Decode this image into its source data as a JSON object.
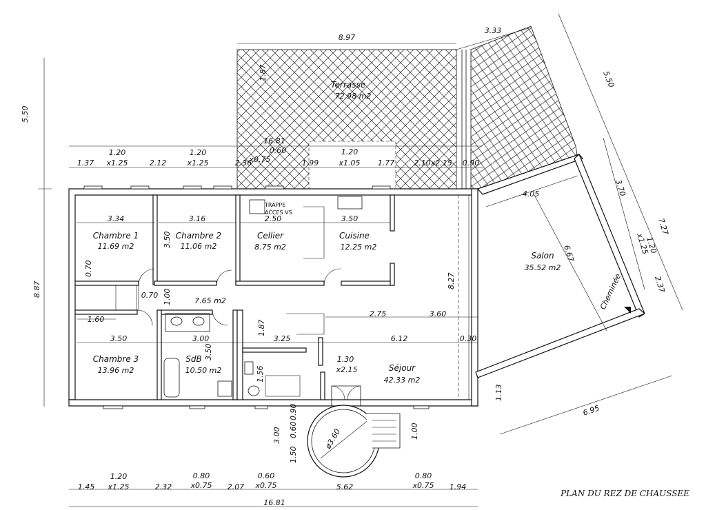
{
  "title": "PLAN DU REZ DE CHAUSSEE",
  "rooms": {
    "terrasse": {
      "name": "Terrasse",
      "area": "72.98 m2"
    },
    "chambre1": {
      "name": "Chambre 1",
      "area": "11.69 m2"
    },
    "chambre2": {
      "name": "Chambre 2",
      "area": "11.06 m2"
    },
    "cellier": {
      "name": "Cellier",
      "area": "8.75 m2"
    },
    "cuisine": {
      "name": "Cuisine",
      "area": "12.25 m2"
    },
    "salon": {
      "name": "Salon",
      "area": "35.52 m2"
    },
    "hall": {
      "area": "7.65 m2"
    },
    "chambre3": {
      "name": "Chambre 3",
      "area": "13.96 m2"
    },
    "sdb": {
      "name": "SdB",
      "area": "10.50 m2"
    },
    "sejour": {
      "name": "Séjour",
      "area": "42.33 m2"
    }
  },
  "labels": {
    "trappe_line1": "TRAPPE",
    "trappe_line2": "ACCES VS",
    "cheminee": "Cheminée",
    "diameter": "ø3.60"
  },
  "dims": {
    "top_total": "8.97",
    "top_right": "3.33",
    "right_diag_5_50": "5.50",
    "right_3_70": "3.70",
    "right_7_27": "7.27",
    "right_1_20": "1.20",
    "right_x1_25": "x1.25",
    "right_2_37": "2.37",
    "left_5_50": "5.50",
    "left_8_87": "8.87",
    "terrasse_1_87": "1.87",
    "row_16_81": "16.81",
    "row_0_60": "0.60",
    "row_x0_75": "x0.75",
    "row_1_20_a": "1.20",
    "row_1_20_b": "1.20",
    "row_1_20_c": "1.20",
    "row_x1_05": "x1.05",
    "r_1_37": "1.37",
    "r_x1_25_a": "x1.25",
    "r_2_12": "2.12",
    "r_x1_25_b": "x1.25",
    "r_2_36": "2.36",
    "r_1_99": "1.99",
    "r_1_77": "1.77",
    "r_2_10x2_15": "2.10x2.15",
    "r_0_90": "0.90",
    "c1_w": "3.34",
    "c2_w": "3.16",
    "c2_h": "3.50",
    "cellier_w": "2.50",
    "cuisine_w": "3.50",
    "salon_4_05": "4.05",
    "salon_6_67": "6.67",
    "v_0_70": "0.70",
    "h_0_70": "0.70",
    "v_1_00": "1.00",
    "h_1_60": "1.60",
    "h_2_75": "2.75",
    "h_3_60": "3.60",
    "v_8_27": "8.27",
    "c3_w": "3.50",
    "sdb_w": "3.00",
    "sdb_h": "3.50",
    "v_1_87": "1.87",
    "h_3_25": "3.25",
    "h_6_12": "6.12",
    "h_0_30": "0.30",
    "door_1_30": "1.30",
    "door_x2_15": "x2.15",
    "v_1_56": "1.56",
    "v_1_13": "1.13",
    "d_6_95": "6.95",
    "v_3_00": "3.00",
    "v_0_90": "0.90",
    "v_0_60": "0.60",
    "v_1_50": "1.50",
    "v_1_00b": "1.00",
    "b_1_45": "1.45",
    "b_1_20": "1.20",
    "b_x1_25": "x1.25",
    "b_2_32": "2.32",
    "b_0_80": "0.80",
    "b_x0_75": "x0.75",
    "b_2_07": "2.07",
    "b_0_60": "0.60",
    "b_x0_75b": "x0.75",
    "b_5_62": "5.62",
    "b_0_80b": "0.80",
    "b_x0_75c": "x0.75",
    "b_1_94": "1.94",
    "b_total": "16.81"
  }
}
